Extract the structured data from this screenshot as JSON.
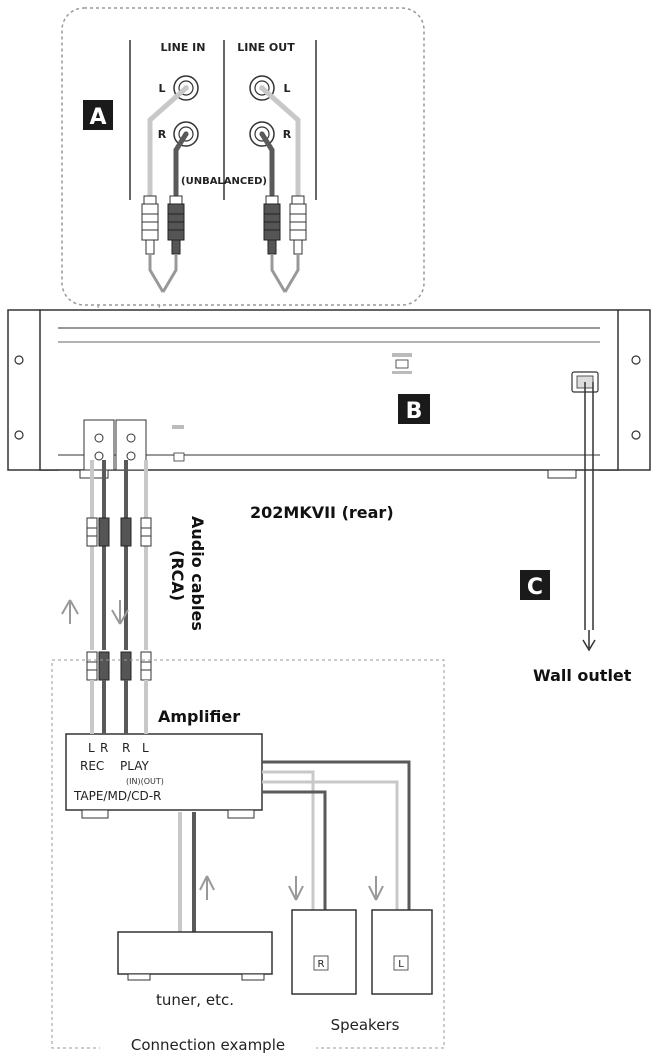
{
  "zoom_inset": {
    "badge": "A",
    "line_in_label": "LINE IN",
    "line_out_label": "LINE OUT",
    "left_channel": "L",
    "right_channel": "R",
    "unbalanced_label": "(UNBALANCED)"
  },
  "device": {
    "label": "202MKVII (rear)",
    "badge": "B"
  },
  "audio_cables_label_1": "Audio cables",
  "audio_cables_label_2": "(RCA)",
  "power": {
    "badge": "C",
    "wall_outlet_label": "Wall outlet"
  },
  "example": {
    "amplifier_label": "Amplifier",
    "rec_label": "REC",
    "play_label": "PLAY",
    "in_out_label": "(IN)(OUT)",
    "tape_label": "TAPE/MD/CD-R",
    "jack_l": "L",
    "jack_r": "R",
    "tuner_label": "tuner, etc.",
    "speaker_r": "R",
    "speaker_l": "L",
    "speakers_label": "Speakers",
    "connection_label": "Connection example"
  },
  "colors": {
    "light_cable": "#c8c8c8",
    "dark_cable": "#5a5a5a",
    "outline": "#333333",
    "badge_fill": "#1a1a1a"
  }
}
